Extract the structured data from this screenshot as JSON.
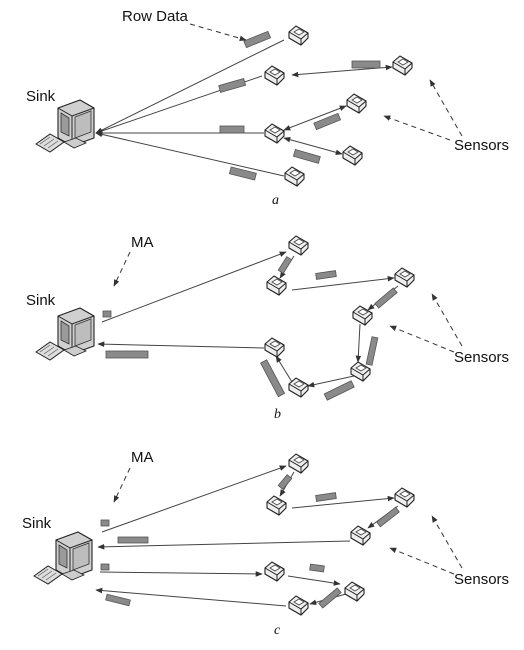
{
  "panel_a": {
    "sink_label": "Sink",
    "data_label": "Row Data",
    "sensors_label": "Sensors",
    "caption": "a"
  },
  "panel_b": {
    "sink_label": "Sink",
    "agent_label": "MA",
    "sensors_label": "Sensors",
    "caption": "b"
  },
  "panel_c": {
    "sink_label": "Sink",
    "agent_label": "MA",
    "sensors_label": "Sensors",
    "caption": "c"
  },
  "colors": {
    "packet": "#8a8a8a",
    "arrow": "#444444",
    "sensor_fill": "#eeeeee"
  },
  "icons": {
    "sink": "computer-icon",
    "sensor": "sensor-node-icon",
    "packet": "data-packet-icon"
  }
}
